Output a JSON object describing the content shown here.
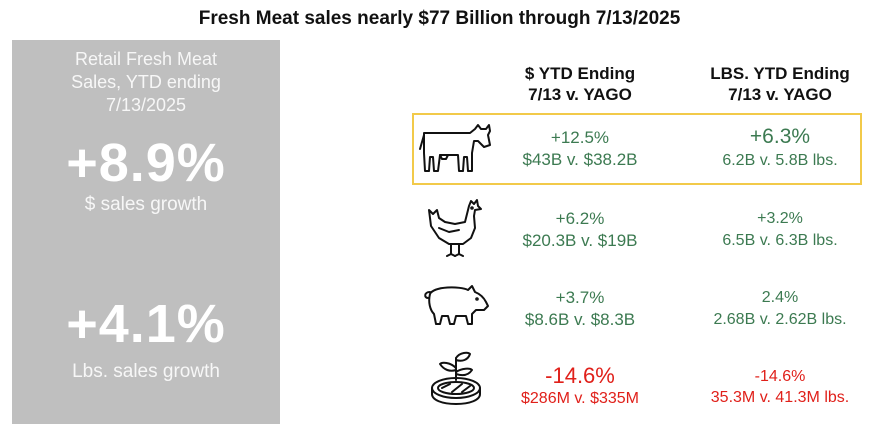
{
  "title": "Fresh Meat sales nearly $77 Billion through 7/13/2025",
  "panel": {
    "subtitle_lines": [
      "Retail Fresh Meat",
      "Sales, YTD ending",
      "7/13/2025"
    ],
    "metric1_value": "+8.9%",
    "metric1_label": "$ sales growth",
    "metric2_value": "+4.1%",
    "metric2_label": "Lbs. sales growth",
    "background_color": "#bfbfbf"
  },
  "columns": [
    {
      "line1": "$ YTD Ending",
      "line2": "7/13  v. YAGO"
    },
    {
      "line1": "LBS. YTD Ending",
      "line2": "7/13  v. YAGO"
    }
  ],
  "highlight_color": "#f2ca4a",
  "positive_color": "#3c7a51",
  "negative_color": "#e0201a",
  "rows": [
    {
      "icon": "cow-icon",
      "dollar_pct": "+12.5%",
      "dollar_detail": "$43B v. $38.2B",
      "lbs_pct": "+6.3%",
      "lbs_detail": "6.2B v. 5.8B lbs."
    },
    {
      "icon": "chicken-icon",
      "dollar_pct": "+6.2%",
      "dollar_detail": "$20.3B v. $19B",
      "lbs_pct": "+3.2%",
      "lbs_detail": "6.5B v. 6.3B lbs."
    },
    {
      "icon": "pig-icon",
      "dollar_pct": "+3.7%",
      "dollar_detail": "$8.6B v. $8.3B",
      "lbs_pct": "2.4%",
      "lbs_detail": "2.68B v. 2.62B lbs."
    },
    {
      "icon": "plant-based-meat-icon",
      "dollar_pct": "-14.6%",
      "dollar_detail": "$286M v. $335M",
      "lbs_pct": "-14.6%",
      "lbs_detail": "35.3M v. 41.3M lbs."
    }
  ],
  "chart_data": {
    "type": "table",
    "title": "Fresh Meat sales nearly $77 Billion through 7/13/2025",
    "columns": [
      "$ YTD Ending 7/13 v. YAGO",
      "LBS. YTD Ending 7/13 v. YAGO"
    ],
    "summary": {
      "dollar_growth_pct": 8.9,
      "lbs_growth_pct": 4.1
    },
    "rows": [
      {
        "dollar_growth_pct": 12.5,
        "dollars_cur_B": 43,
        "dollars_prev_B": 38.2,
        "lbs_growth_pct": 6.3,
        "lbs_cur_B": 6.2,
        "lbs_prev_B": 5.8
      },
      {
        "dollar_growth_pct": 6.2,
        "dollars_cur_B": 20.3,
        "dollars_prev_B": 19,
        "lbs_growth_pct": 3.2,
        "lbs_cur_B": 6.5,
        "lbs_prev_B": 6.3
      },
      {
        "dollar_growth_pct": 3.7,
        "dollars_cur_B": 8.6,
        "dollars_prev_B": 8.3,
        "lbs_growth_pct": 2.4,
        "lbs_cur_B": 2.68,
        "lbs_prev_B": 2.62
      },
      {
        "dollar_growth_pct": -14.6,
        "dollars_cur_M": 286,
        "dollars_prev_M": 335,
        "lbs_growth_pct": -14.6,
        "lbs_cur_M": 35.3,
        "lbs_prev_M": 41.3
      }
    ]
  }
}
